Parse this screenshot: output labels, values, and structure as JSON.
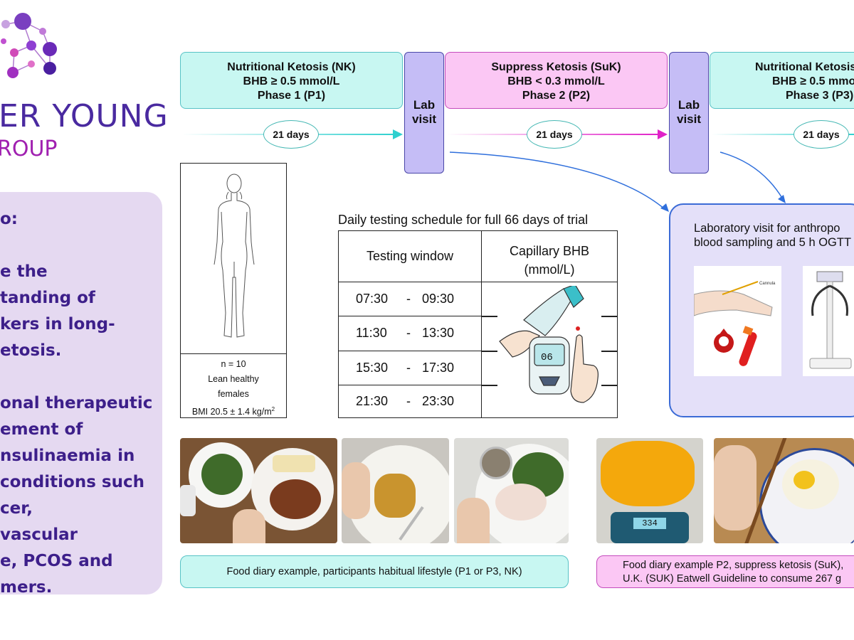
{
  "brand": {
    "line1": "ER YOUNG",
    "line2": "ROUP"
  },
  "aims": {
    "text": "o:\n\ne the\ntanding of\nkers in long-\netosis.\n\nonal therapeutic\nement of\nnsulinaemia in\nconditions such\ncer,\nvascular\ne, PCOS and\nmers."
  },
  "phases": [
    {
      "title": "Nutritional Ketosis (NK)",
      "threshold": "BHB ≥ 0.5 mmol/L",
      "phase": "Phase 1 (P1)",
      "duration": "21 days"
    },
    {
      "title": "Suppress Ketosis (SuK)",
      "threshold": "BHB < 0.3 mmol/L",
      "phase": "Phase 2 (P2)",
      "duration": "21 days"
    },
    {
      "title": "Nutritional Ketosis",
      "threshold": "BHB ≥ 0.5 mmo",
      "phase": "Phase 3 (P3)",
      "duration": "21 days"
    }
  ],
  "lab_visit": {
    "line1": "Lab",
    "line2": "visit"
  },
  "participants": {
    "n": "n = 10",
    "desc1": "Lean healthy",
    "desc2": "females",
    "bmi": "BMI 20.5 ± 1.4 kg/m",
    "bmi_sup": "2"
  },
  "schedule": {
    "title": "Daily testing schedule for full 66 days of trial",
    "col1": "Testing window",
    "col2a": "Capillary BHB",
    "col2b": "(mmol/L)",
    "rows": [
      {
        "start": "07:30",
        "sep": "-",
        "end": "09:30"
      },
      {
        "start": "11:30",
        "sep": "-",
        "end": "13:30"
      },
      {
        "start": "15:30",
        "sep": "-",
        "end": "17:30"
      },
      {
        "start": "21:30",
        "sep": "-",
        "end": "23:30"
      }
    ],
    "meter_reading": "06"
  },
  "lab_detail": {
    "text": "Laboratory visit for anthropo\nblood sampling and 5 h OGTT",
    "cannula_label": "Cannula"
  },
  "food": {
    "caption1": "Food diary example, participants habitual lifestyle  (P1 or P3, NK)",
    "caption2a": "Food diary example P2, suppress ketosis (SuK),",
    "caption2b": "U.K. (SUK) Eatwell Guideline to consume 267 g",
    "scale_reading": "334"
  },
  "colors": {
    "teal": "#c8f7f2",
    "pink": "#fbc7f4",
    "lavender": "#c5bdf6",
    "brand": "#4a2aa0",
    "aims_bg": "#e5d9f1"
  }
}
